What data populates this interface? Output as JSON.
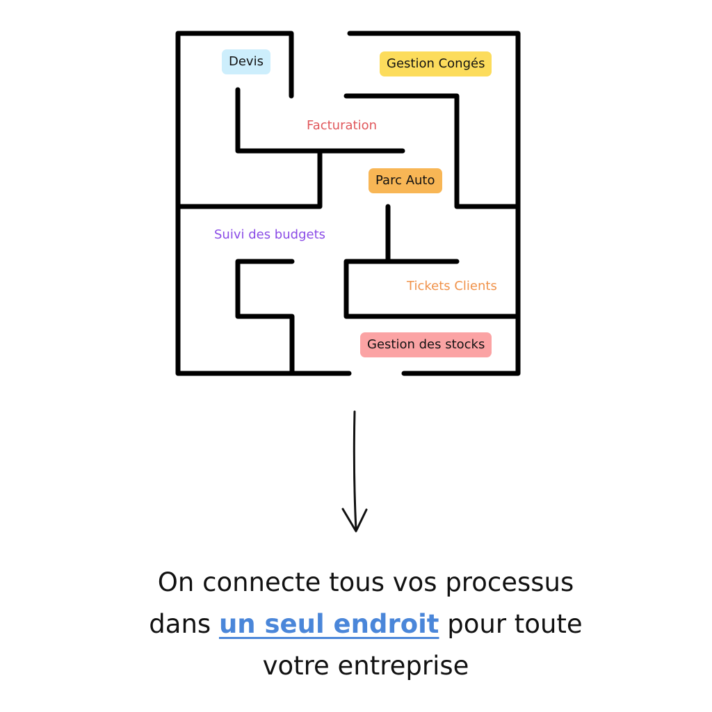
{
  "colors": {
    "wall": "#000000",
    "text": "#111111",
    "highlight": "#4a86d9"
  },
  "labels": [
    {
      "id": "devis",
      "text": "Devis",
      "style": "pill",
      "bg": "#cdeefc",
      "color": "#111111"
    },
    {
      "id": "gestion-conges",
      "text": "Gestion Congés",
      "style": "pill",
      "bg": "#fcdc5c",
      "color": "#111111"
    },
    {
      "id": "facturation",
      "text": "Facturation",
      "style": "plain",
      "bg": "",
      "color": "#e0575b"
    },
    {
      "id": "parc-auto",
      "text": "Parc Auto",
      "style": "pill",
      "bg": "#f8b655",
      "color": "#111111"
    },
    {
      "id": "suivi-budgets",
      "text": "Suivi des budgets",
      "style": "plain",
      "bg": "",
      "color": "#8a4be6"
    },
    {
      "id": "tickets-clients",
      "text": "Tickets Clients",
      "style": "plain",
      "bg": "",
      "color": "#f0924a"
    },
    {
      "id": "gestion-stocks",
      "text": "Gestion des stocks",
      "style": "pill",
      "bg": "#fba3a4",
      "color": "#111111"
    }
  ],
  "caption": {
    "line1": "On connecte tous vos processus",
    "line2_before": "dans ",
    "line2_highlight": "un seul endroit",
    "line2_after": " pour toute",
    "line3": "votre entreprise"
  }
}
